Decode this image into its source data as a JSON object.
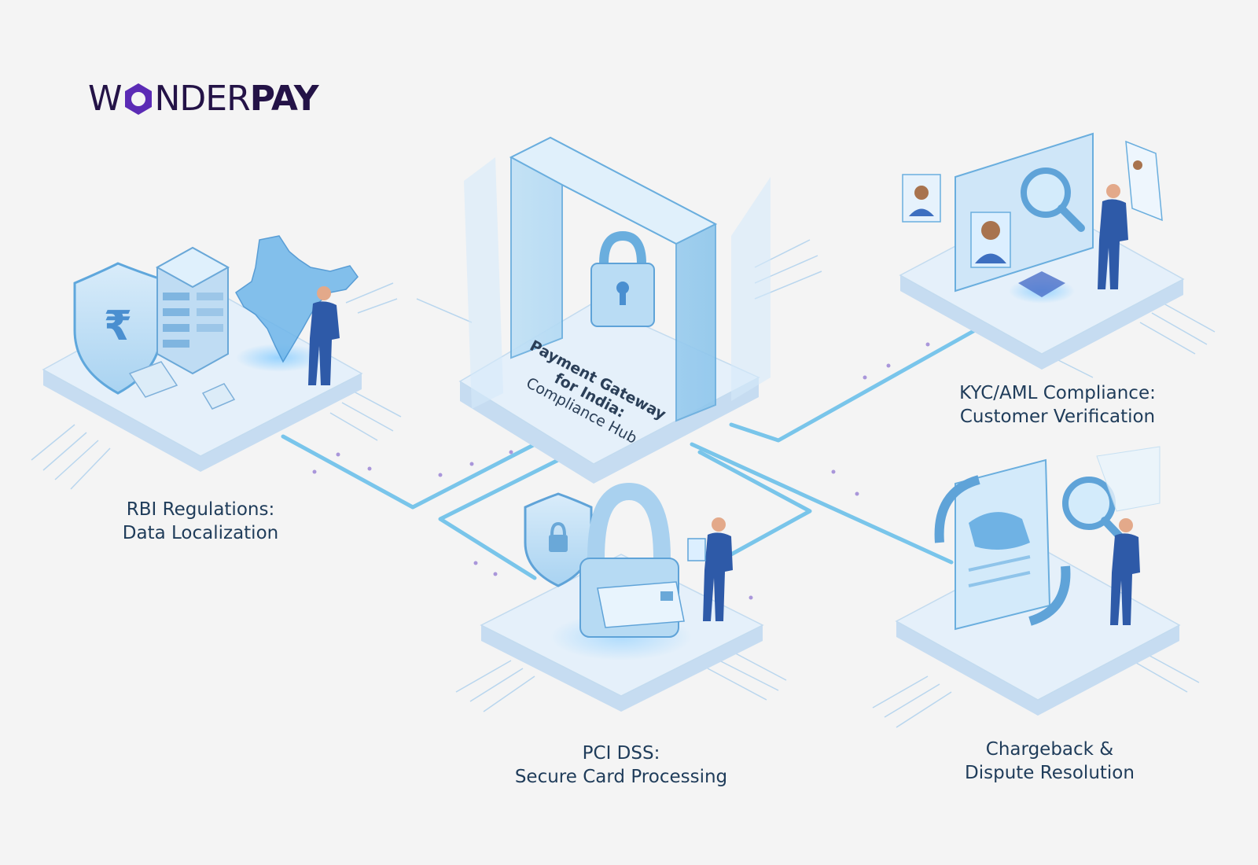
{
  "brand": {
    "prefix": "W",
    "middle": "NDER",
    "suffix": "PAY",
    "primary_color": "#241347",
    "accent_color": "#5b2bb5"
  },
  "hub": {
    "line1": "Payment Gateway",
    "line2": "for India:",
    "line3": "Compliance Hub"
  },
  "modules": {
    "rbi": {
      "line1": "RBI Regulations:",
      "line2": "Data Localization"
    },
    "kyc": {
      "line1": "KYC/AML Compliance:",
      "line2": "Customer Verification"
    },
    "pci": {
      "line1": "PCI DSS:",
      "line2": "Secure Card Processing"
    },
    "chargeback": {
      "line1": "Chargeback &",
      "line2": "Dispute Resolution"
    }
  },
  "icons": {
    "rbi": [
      "rupee-shield-icon",
      "server-rack-icon",
      "india-map-icon",
      "person-icon"
    ],
    "hub": [
      "padlock-icon"
    ],
    "kyc": [
      "id-card-icon",
      "magnifier-icon",
      "fingerprint-icon",
      "person-icon"
    ],
    "pci": [
      "shield-lock-icon",
      "padlock-card-icon",
      "person-icon"
    ],
    "chargeback": [
      "handshake-document-icon",
      "magnifier-icon",
      "person-icon"
    ]
  },
  "colors": {
    "platform_top": "#e6f1fb",
    "platform_side": "#c9def2",
    "connector": "#5fb8e6",
    "glass": "#cfe6f8",
    "accent_blue": "#4a8fd0"
  }
}
